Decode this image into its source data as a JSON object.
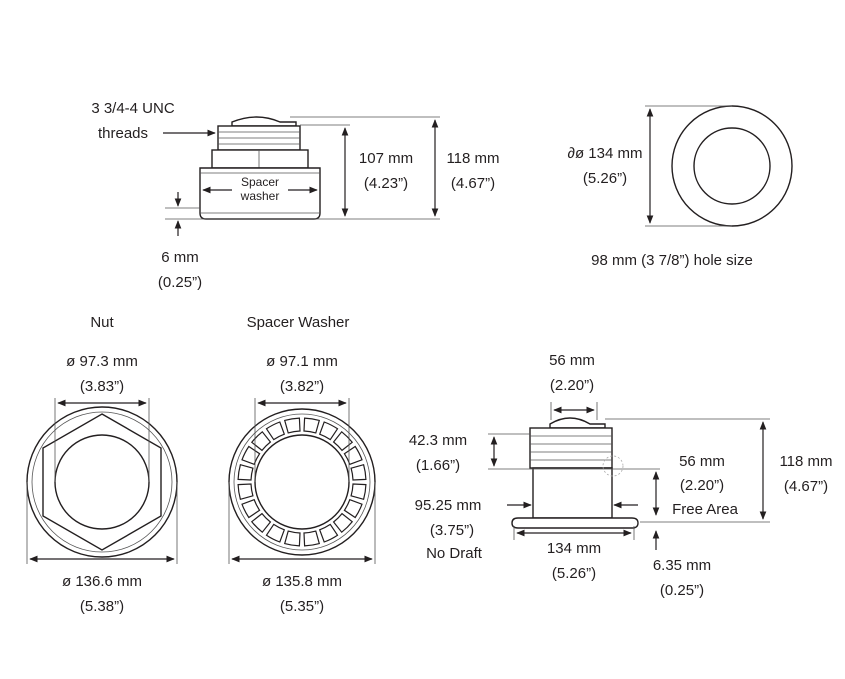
{
  "side_view": {
    "thread_label": [
      "3 3/4-4 UNC",
      "threads"
    ],
    "spacer_label": [
      "Spacer",
      "washer"
    ],
    "height_107": [
      "107 mm",
      "(4.23”)"
    ],
    "height_118": [
      "118 mm",
      "(4.67”)"
    ],
    "washer_thickness": [
      "6 mm",
      "(0.25”)"
    ]
  },
  "top_view": {
    "diameter": [
      "∂ø 134 mm",
      "(5.26”)"
    ],
    "hole_size": "98 mm (3 7/8”) hole size"
  },
  "nut": {
    "title": "Nut",
    "inner": [
      "ø 97.3 mm",
      "(3.83”)"
    ],
    "outer": [
      "ø 136.6 mm",
      "(5.38”)"
    ]
  },
  "spacer_washer": {
    "title": "Spacer Washer",
    "inner": [
      "ø 97.1 mm",
      "(3.82”)"
    ],
    "outer": [
      "ø 135.8 mm",
      "(5.35”)"
    ]
  },
  "install_view": {
    "top_width": [
      "56 mm",
      "(2.20”)"
    ],
    "thread_height": [
      "42.3 mm",
      "(1.66”)"
    ],
    "free_area": [
      "56 mm",
      "(2.20”)",
      "Free Area"
    ],
    "total_height": [
      "118 mm",
      "(4.67”)"
    ],
    "body_width": [
      "95.25 mm",
      "(3.75”)",
      "No Draft"
    ],
    "flange_width": [
      "134 mm",
      "(5.26”)"
    ],
    "flange_thickness": [
      "6.35 mm",
      "(0.25”)"
    ]
  }
}
